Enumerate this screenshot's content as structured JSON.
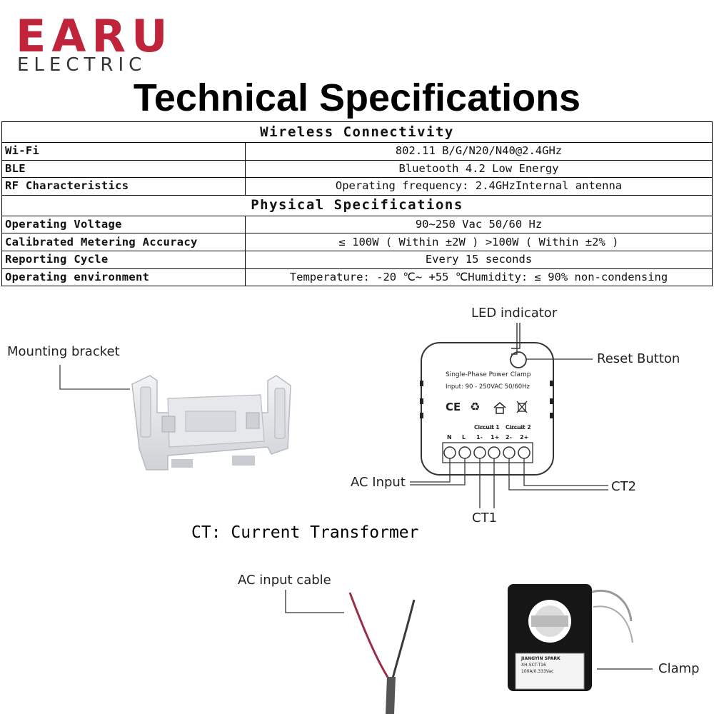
{
  "brand": {
    "name_top": "EARU",
    "name_bottom": "ELECTRIC",
    "color": "#c0243b"
  },
  "title": "Technical Specifications",
  "sections": [
    {
      "heading": "Wireless Connectivity",
      "rows": [
        {
          "label": "Wi-Fi",
          "value": "802.11 B/G/N20/N40@2.4GHz"
        },
        {
          "label": "BLE",
          "value": "Bluetooth 4.2 Low Energy"
        },
        {
          "label": "RF Characteristics",
          "value": "Operating frequency: 2.4GHzInternal antenna"
        }
      ]
    },
    {
      "heading": "Physical Specifications",
      "rows": [
        {
          "label": "Operating Voltage",
          "value": "90~250 Vac 50/60 Hz"
        },
        {
          "label": "Calibrated Metering Accuracy",
          "value": "≤ 100W ( Within ±2W ) >100W ( Within ±2% )"
        },
        {
          "label": "Reporting Cycle",
          "value": "Every 15 seconds"
        },
        {
          "label": "Operating environment",
          "value": "Temperature: -20 ℃~ +55 ℃Humidity: ≤ 90% non-condensing"
        }
      ]
    }
  ],
  "diagram": {
    "mounting_bracket": "Mounting bracket",
    "led_indicator": "LED indicator",
    "reset_button": "Reset Button",
    "ac_input": "AC Input",
    "ct1": "CT1",
    "ct2": "CT2",
    "device_title": "Single-Phase Power Clamp",
    "device_input": "Input: 90 - 250VAC 50/60Hz",
    "circuit1": "Circuit 1",
    "circuit2": "Circuit 2",
    "terminals": [
      "N",
      "L",
      "1-",
      "1+",
      "2-",
      "2+"
    ],
    "ce_mark": "CE",
    "ct_note": "CT: Current Transformer",
    "ac_input_cable": "AC input cable",
    "clamp": "Clamp",
    "clamp_label_1": "JIANGYIN SPARK",
    "clamp_label_2": "XH-SCT-T16",
    "clamp_label_3": "100A/0.333Vac"
  }
}
